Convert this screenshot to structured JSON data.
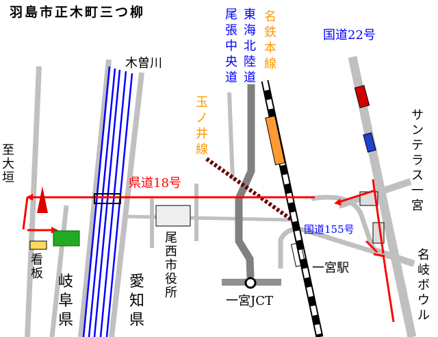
{
  "title": "羽島市正木町三つ柳",
  "labels": {
    "kiso_river": "木曽川",
    "to_ogaki": "至大垣",
    "signboard": "看板",
    "gifu": "岐阜県",
    "aichi": "愛知県",
    "bisai_city_hall": "尾西市役所",
    "owari_chuo_road": "尾張中央道",
    "tokai_hokuriku_road": "東海北陸道",
    "meitetsu_line": "名鉄本線",
    "tamanoi_line": "玉ノ井線",
    "route22": "国道22号",
    "prefectural_road18": "県道18号",
    "route155": "国道155号",
    "suntelas": "サンテラス一宮",
    "meigi_bowl": "名岐ボウル",
    "ichinomiya_station": "一宮駅",
    "ichinomiya_jct": "一宮JCT"
  },
  "colors": {
    "route": "#ff0000",
    "road": "#c0c0c0",
    "expressway": "#808080",
    "river": "#0000ff",
    "rail_tamanoi": "#660000"
  }
}
